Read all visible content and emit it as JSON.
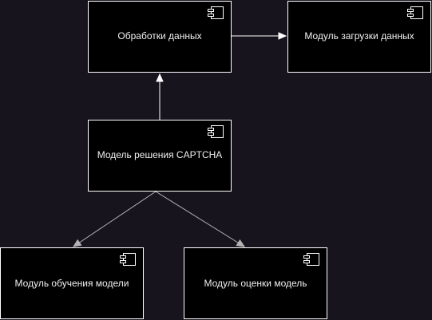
{
  "diagram": {
    "colors": {
      "background": "#18141d",
      "box_fill": "#000000",
      "box_stroke": "#ffffff",
      "edge": "#ffffff",
      "edge_dim": "#b3b3b3",
      "text": "#f0f0f0"
    },
    "nodes": [
      {
        "id": "data-processing",
        "label": "Обработки данных",
        "icon": "uml-component-icon"
      },
      {
        "id": "data-loading",
        "label": "Модуль загрузки данных",
        "icon": "uml-component-icon"
      },
      {
        "id": "captcha-model",
        "label": "Модель решения CAPTCHA",
        "icon": "uml-component-icon"
      },
      {
        "id": "model-training",
        "label": "Модуль обучения модели",
        "icon": "uml-component-icon"
      },
      {
        "id": "model-evaluation",
        "label": "Модуль оценки модель",
        "icon": "uml-component-icon"
      }
    ],
    "edges": [
      {
        "from": "data-processing",
        "to": "data-loading"
      },
      {
        "from": "captcha-model",
        "to": "data-processing"
      },
      {
        "from": "captcha-model",
        "to": "model-training"
      },
      {
        "from": "captcha-model",
        "to": "model-evaluation"
      }
    ]
  }
}
